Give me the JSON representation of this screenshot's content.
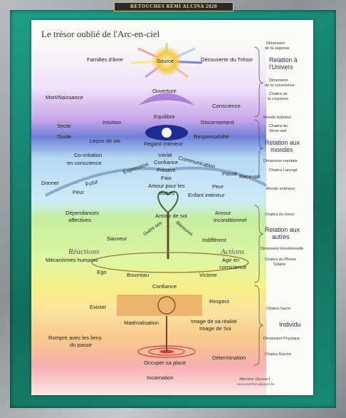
{
  "banner": "RETOUCHES RÉMI ALCINA 2020",
  "title": "Le trésor oublié de l'Arc-en-ciel",
  "author": "Martine Dussart",
  "website": "www.martine-dussart.be",
  "labels": {
    "familles": "Familles d'âme",
    "source": "Source",
    "decouverte": "Découverte du Trésor",
    "ouverture": "Ouverture",
    "mort": "Mort/Naissance",
    "conscience": "Conscience",
    "equilibre": "Equilibre",
    "intuition": "Intuition",
    "secte": "Secte",
    "doute": "Doute",
    "lecon": "Leçon de vie",
    "regard": "Regard Intérieur",
    "discernement": "Discernement",
    "responsabilite": "Responsabilité",
    "cocreation1": "Co-création",
    "cocreation2": "en conscience",
    "verite": "Vérité",
    "confiance_haut": "Confiance",
    "present": "Présent",
    "paix": "Paix",
    "expression": "Expression",
    "communication": "Communication",
    "passe": "Passé",
    "recevoir": "Recevoir",
    "donner": "Donner",
    "futur": "Futur",
    "peur1": "Peur",
    "peur2": "Peur",
    "amour1": "Amour pour les",
    "amour2": "autres",
    "enfant": "Enfant intérieur",
    "dependances1": "Dépendances",
    "dependances2": "affectives",
    "amour_soi": "Amour de soi",
    "amour_incond1": "Amour",
    "amour_incond2": "inconditionnel",
    "guerir": "Guérir ses",
    "blessures": "Blessures",
    "sauveur": "Sauveur",
    "indifferent": "Indifférent",
    "reactions": "Réactions",
    "actions": "Actions",
    "mecanismes": "Mécanismes humains",
    "agir1": "Agir en",
    "agir2": "conscience",
    "ego": "Ego",
    "bourreau": "Bourreau",
    "victime": "Victime",
    "confiance_bas": "Confiance",
    "exister": "Exister",
    "respect": "Respect",
    "materialisation": "Matérialisation",
    "image1": "Image de sa réalité",
    "image2": "Image de Soi",
    "rompre1": "Rompre avec les liens",
    "rompre2": "du passé",
    "determination": "Détermination",
    "occuper": "Occuper sa place",
    "incarnation": "Incarnation"
  },
  "side": {
    "dim_sagesse1": "Dimension",
    "dim_sagesse2": "de la sagesse",
    "relation_univers1": "Relation à",
    "relation_univers2": "l'Univers",
    "dim_spirituelle1": "Dimension",
    "dim_spirituelle2": "de la conscience",
    "chakra_couronne1": "Chakra de",
    "chakra_couronne2": "la couronne",
    "monde_interieur": "Monde Intérieur",
    "chakra_oeil1": "Chakra du",
    "chakra_oeil2": "3ème oeil",
    "relation_mondes1": "Relation aux",
    "relation_mondes2": "mondes",
    "dim_mentale": "Dimension mentale",
    "chakra_larynge": "Chakra Laryngé",
    "monde_exterieur": "Monde extérieur",
    "chakra_coeur": "Chakra du coeur",
    "relation_autres1": "Relation aux",
    "relation_autres2": "autres",
    "dim_emotionnelle": "Dimension Emotionnelle",
    "chakra_plexus1": "Chakra du Plexus",
    "chakra_plexus2": "Solaire",
    "chakra_sacre": "Chakra Sacré",
    "individu": "Individu",
    "dim_physique": "Dimension Physique",
    "chakra_racine": "Chakra Racine"
  },
  "colors": {
    "violet": "#b68be0",
    "indigo": "#4f5fc9",
    "blue": "#8fc8ef",
    "green": "#9fe07a",
    "yellow": "#f5e66a",
    "orange": "#f6b65c",
    "red": "#f08a8a",
    "eye": "#1e2d8f",
    "sun": "#f4c94a"
  }
}
